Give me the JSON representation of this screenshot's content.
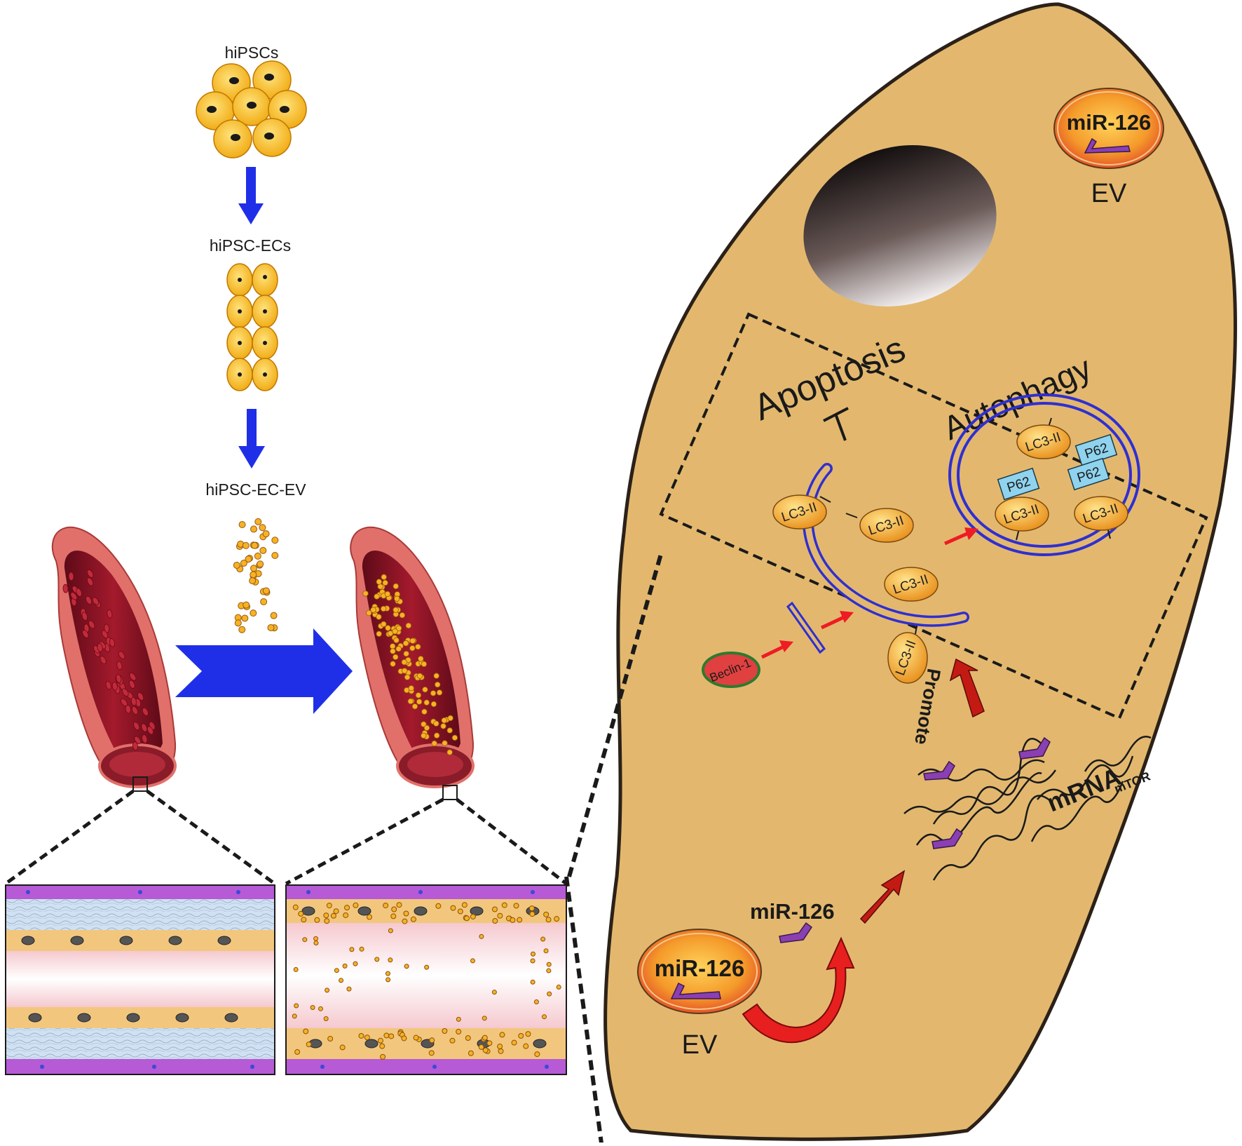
{
  "labels": {
    "hipscs": "hiPSCs",
    "hipsc_ecs": "hiPSC-ECs",
    "hipsc_ec_ev": "hiPSC-EC-EV",
    "mir126_top": "miR-126",
    "ev_top": "EV",
    "apoptosis": "Apoptosis",
    "autophagy": "Autophagy",
    "lc3": "LC3-II",
    "p62": "P62",
    "beclin": "Beclin-1",
    "promote": "Promote",
    "mrna": "mRNA",
    "mrna_sub": "mTOR",
    "mir126_free": "miR-126",
    "mir126_bottom": "miR-126",
    "ev_bottom": "EV"
  },
  "colors": {
    "cell_body": "#e3b86e",
    "cell_edge": "#2b2118",
    "stem_cell": "#f3b319",
    "flow_arrow": "#1f2fe8",
    "red_arrow": "#ee1c24",
    "dark_red_arrow": "#c41a14",
    "vessel_wall": "#e1706a",
    "vessel_lumen": "#7a1020",
    "membrane": "#2f2fd1",
    "lc3": "#f0a424",
    "p62": "#8fd3ee",
    "beclin": "#e04040",
    "mirna": "#8a3fb2",
    "layer_purple": "#b65ad6",
    "layer_yellow": "#f2c77d"
  }
}
